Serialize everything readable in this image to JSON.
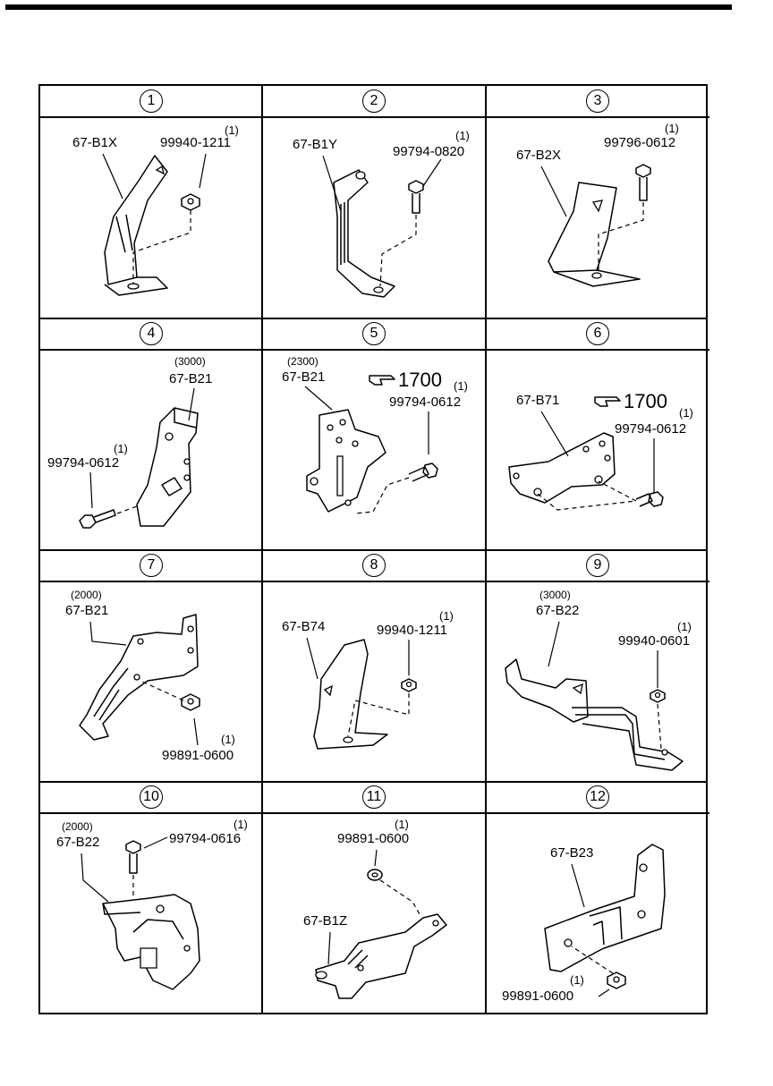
{
  "cells": [
    {
      "num": "1",
      "part": "67-B1X",
      "fastener": "99940-1211",
      "qty": "(1)"
    },
    {
      "num": "2",
      "part": "67-B1Y",
      "fastener": "99794-0820",
      "qty": "(1)"
    },
    {
      "num": "3",
      "part": "67-B2X",
      "fastener": "99796-0612",
      "qty": "(1)"
    },
    {
      "num": "4",
      "part": "67-B21",
      "variant": "(3000)",
      "fastener": "99794-0612",
      "qty": "(1)"
    },
    {
      "num": "5",
      "part": "67-B21",
      "variant": "(2300)",
      "fastener": "99794-0612",
      "qty": "(1)",
      "ref": "1700"
    },
    {
      "num": "6",
      "part": "67-B71",
      "fastener": "99794-0612",
      "qty": "(1)",
      "ref": "1700"
    },
    {
      "num": "7",
      "part": "67-B21",
      "variant": "(2000)",
      "fastener": "99891-0600",
      "qty": "(1)"
    },
    {
      "num": "8",
      "part": "67-B74",
      "fastener": "99940-1211",
      "qty": "(1)"
    },
    {
      "num": "9",
      "part": "67-B22",
      "variant": "(3000)",
      "fastener": "99940-0601",
      "qty": "(1)"
    },
    {
      "num": "10",
      "part": "67-B22",
      "variant": "(2000)",
      "fastener": "99794-0616",
      "qty": "(1)"
    },
    {
      "num": "11",
      "part": "67-B1Z",
      "fastener": "99891-0600",
      "qty": "(1)"
    },
    {
      "num": "12",
      "part": "67-B23",
      "fastener": "99891-0600",
      "qty": "(1)"
    }
  ],
  "icons": {
    "ref_pointer": "pointing-hand-icon"
  }
}
